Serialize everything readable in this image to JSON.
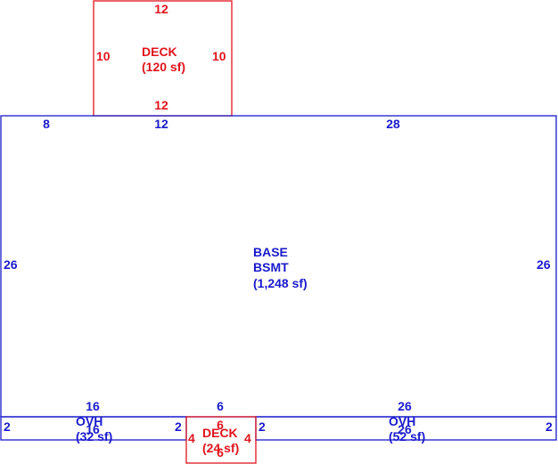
{
  "colors": {
    "building": "#1a1acc",
    "deck": "#e0141e",
    "background": "#ffffff"
  },
  "deck_top": {
    "name_line1": "DECK",
    "name_line2": "(120 sf)",
    "dim_top": "12",
    "dim_bottom": "12",
    "dim_left": "10",
    "dim_right": "10"
  },
  "base": {
    "name_line1": "BASE",
    "name_line2": "BSMT",
    "name_line3": "(1,248 sf)",
    "dim_top_a": "8",
    "dim_top_b": "12",
    "dim_top_c": "28",
    "dim_left": "26",
    "dim_right": "26",
    "dim_bottom_a": "16",
    "dim_bottom_b": "6",
    "dim_bottom_c": "26"
  },
  "ovh_left": {
    "name_line1": "OVH",
    "name_line2": "(32 sf)",
    "dim_bottom": "16",
    "dim_left": "2",
    "dim_right": "2"
  },
  "ovh_right": {
    "name_line1": "OVH",
    "name_line2": "(52 sf)",
    "dim_bottom": "26",
    "dim_left": "2",
    "dim_right": "2"
  },
  "deck_bottom": {
    "name_line1": "DECK",
    "name_line2": "(24 sf)",
    "dim_top": "6",
    "dim_bottom": "6",
    "dim_left": "4",
    "dim_right": "4"
  }
}
